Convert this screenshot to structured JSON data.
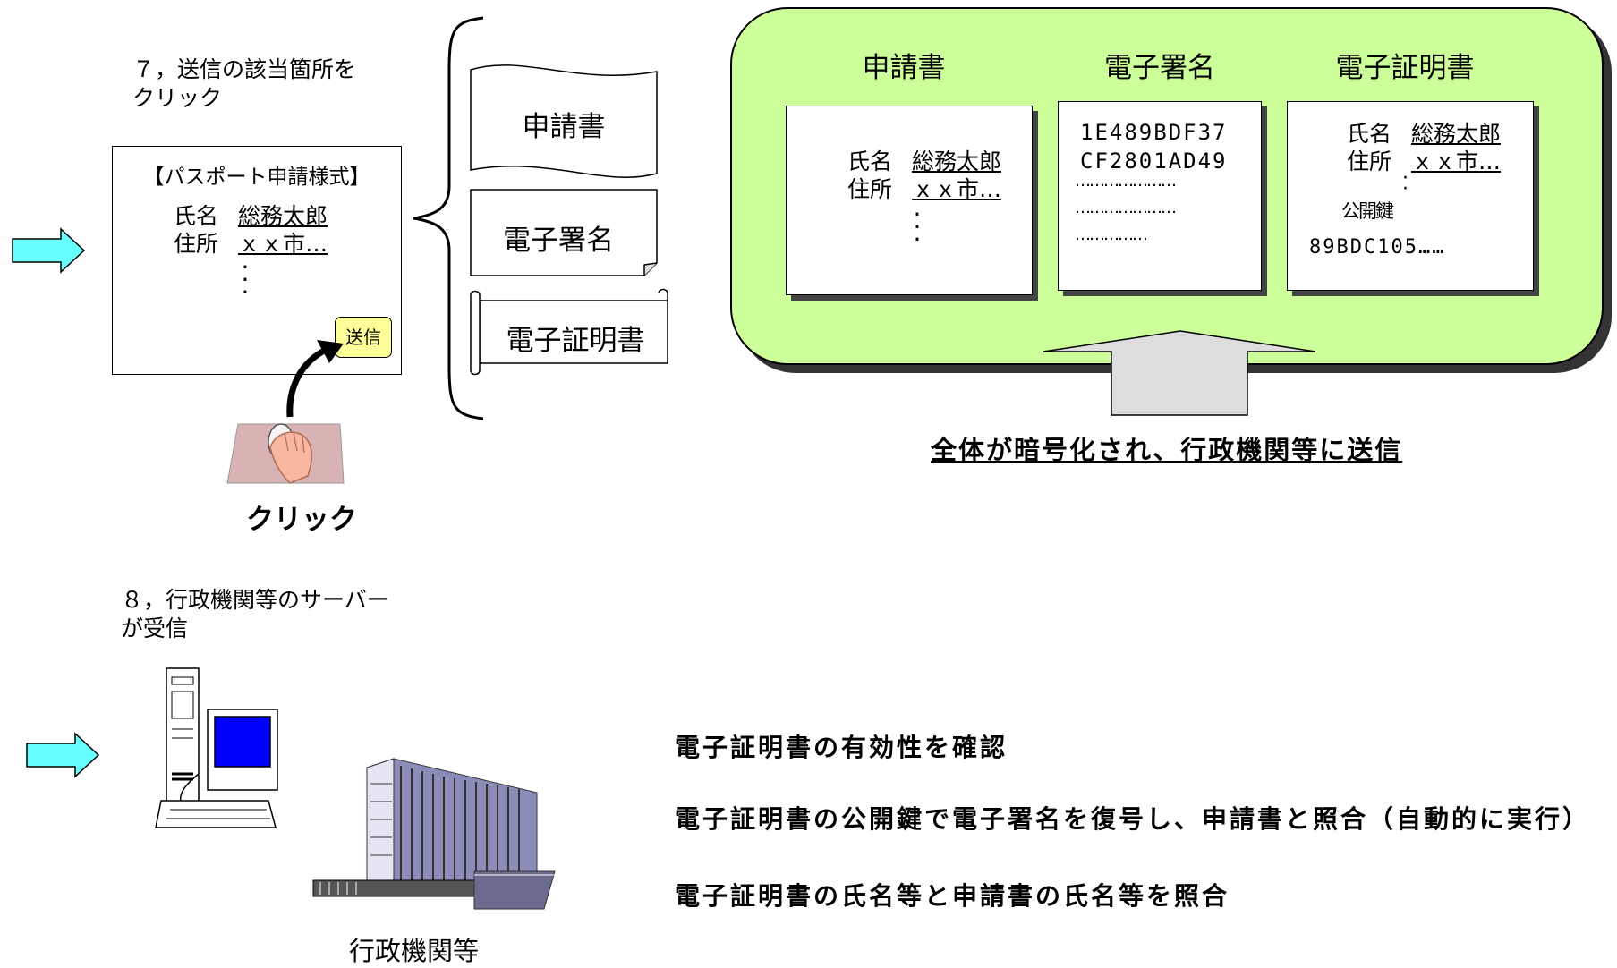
{
  "step7": {
    "label": "７，送信の該当箇所を\nクリック",
    "form": {
      "title": "【パスポート申請様式】",
      "name_label": "氏名",
      "name_value": "総務太郎",
      "address_label": "住所",
      "address_value": "ｘｘ市…",
      "send_button": "送信"
    },
    "click_caption": "クリック",
    "documents": [
      "申請書",
      "電子署名",
      "電子証明書"
    ]
  },
  "panel": {
    "headers": [
      "申請書",
      "電子署名",
      "電子証明書"
    ],
    "application": {
      "name_label": "氏名",
      "name_value": "総務太郎",
      "address_label": "住所",
      "address_value": "ｘｘ市…"
    },
    "signature_lines": [
      "1E489BDF37",
      "CF2801AD49",
      "…………………",
      "…………………",
      "……………"
    ],
    "certificate": {
      "name_label": "氏名",
      "name_value": "総務太郎",
      "address_label": "住所",
      "address_value": "ｘｘ市…",
      "key_label": "公開鍵",
      "key_value": "89BDC105……"
    },
    "caption": "全体が暗号化され、行政機関等に送信"
  },
  "step8": {
    "label": "８，行政機関等のサーバー\nが受信",
    "building_caption": "行政機関等",
    "checks": [
      "電子証明書の有効性を確認",
      "電子証明書の公開鍵で電子署名を復号し、申請書と照合（自動的に実行）",
      "電子証明書の氏名等と申請書の氏名等を照合"
    ]
  },
  "colors": {
    "arrow_fill": "#66ffff",
    "panel_fill": "#ccff99",
    "button_fill": "#ffff99",
    "screen_blue": "#0000ff",
    "big_arrow_fill": "#dddddd"
  }
}
